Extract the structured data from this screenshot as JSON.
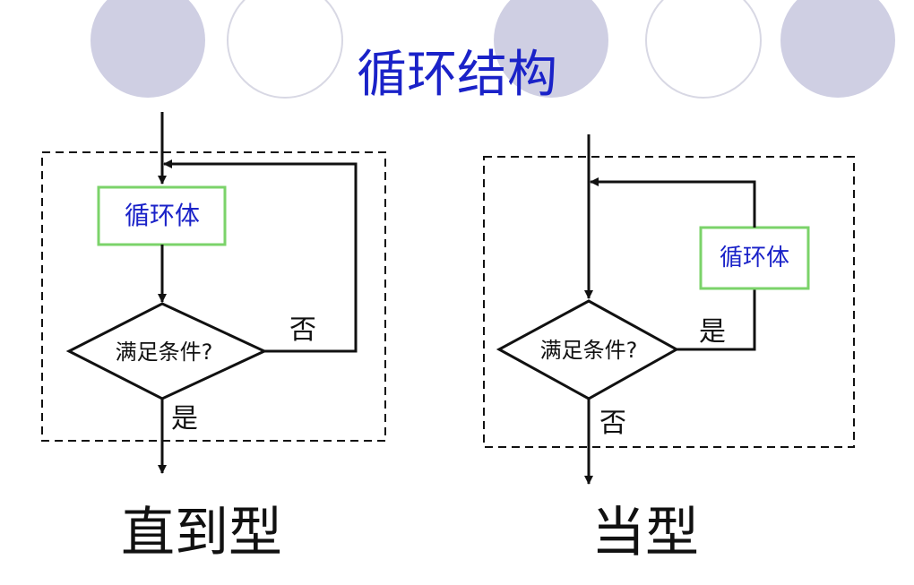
{
  "title": "循环结构",
  "colors": {
    "circle_fill": "#cfcfe3",
    "title": "#1a22c8",
    "box_border": "#7bd36a",
    "box_text": "#1a22c8",
    "line": "#111111"
  },
  "until_loop": {
    "body_label": "循环体",
    "condition_label": "满足条件?",
    "no_label": "否",
    "yes_label": "是",
    "caption": "直到型"
  },
  "while_loop": {
    "body_label": "循环体",
    "condition_label": "满足条件?",
    "yes_label": "是",
    "no_label": "否",
    "caption": "当型"
  }
}
